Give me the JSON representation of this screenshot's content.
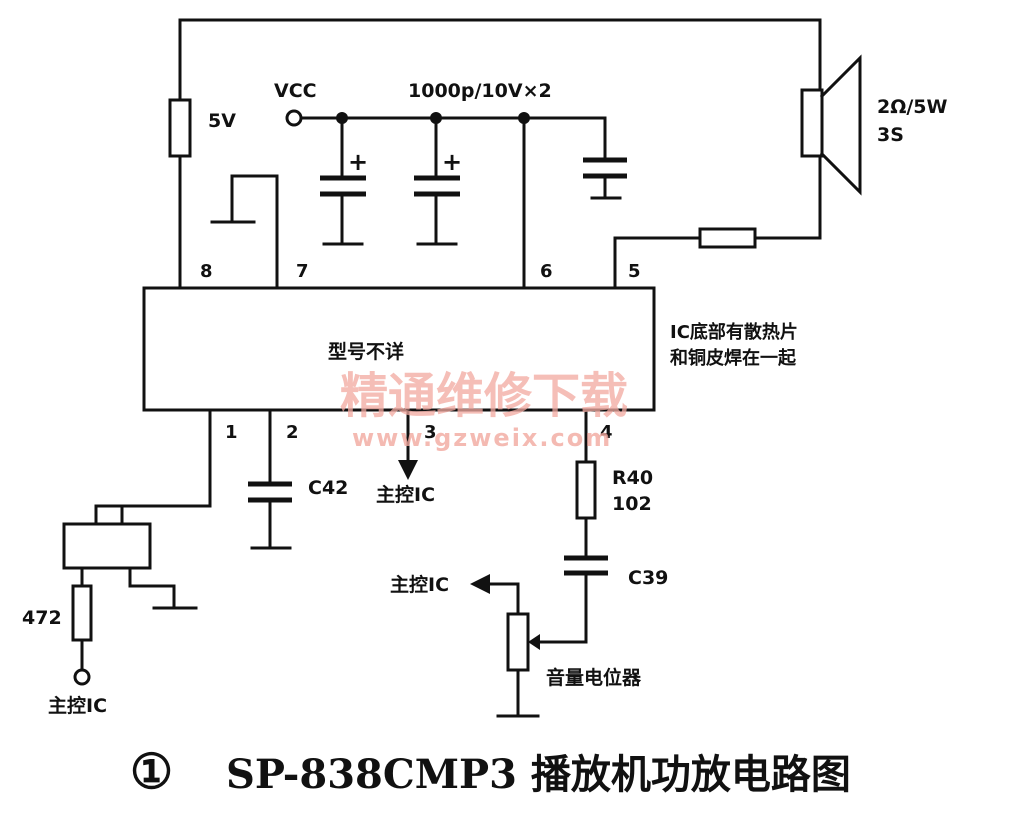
{
  "labels": {
    "vcc": "VCC",
    "cap_pair": "1000p/10V×2",
    "r_5v": "5V",
    "speaker_line1": "2Ω/5W",
    "speaker_line2": "3S",
    "ic_model": "型号不详",
    "ic_note_line1": "IC底部有散热片",
    "ic_note_line2": "和铜皮焊在一起",
    "c42": "C42",
    "r40_line1": "R40",
    "r40_line2": "102",
    "c39": "C39",
    "main_ic_pin3": "主控IC",
    "main_ic_pot": "主控IC",
    "main_ic_bottom": "主控IC",
    "r472": "472",
    "volume_pot": "音量电位器",
    "plus_left": "+",
    "plus_right": "+"
  },
  "pins": {
    "p8": "8",
    "p7": "7",
    "p6": "6",
    "p5": "5",
    "p1": "1",
    "p2": "2",
    "p3": "3",
    "p4": "4"
  },
  "caption": {
    "number": "①",
    "title": "SP-838CMP3 播放机功放电路图"
  },
  "watermark": {
    "cn": "精通维修下载",
    "url": "www.gzweix.com"
  }
}
